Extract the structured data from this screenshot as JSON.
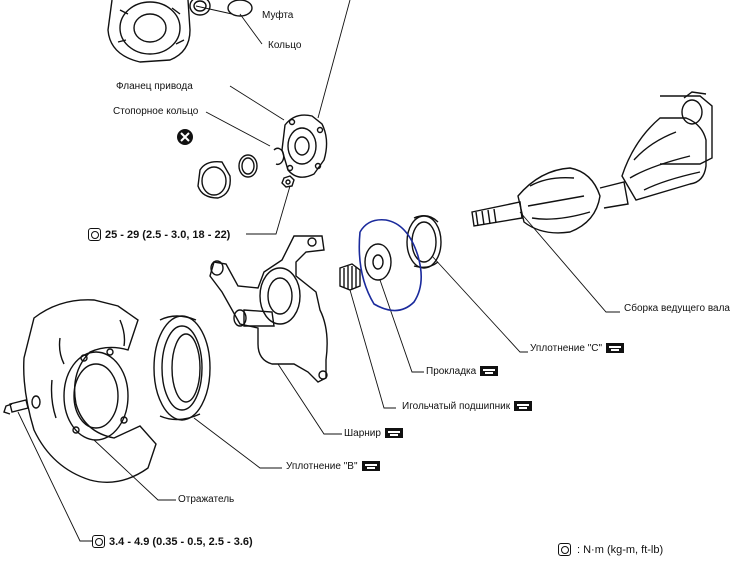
{
  "labels": {
    "coupling": "Муфта",
    "ring": "Кольцо",
    "drive_flange": "Фланец привода",
    "snap_ring": "Стопорное кольцо",
    "driveshaft_assembly": "Сборка ведущего вала",
    "seal_c": "Уплотнение \"С\"",
    "spacer": "Прокладка",
    "needle_bearing": "Игольчатый подшипник",
    "knuckle": "Шарнир",
    "seal_b": "Уплотнение \"В\"",
    "baffle": "Отражатель"
  },
  "torque_specs": {
    "flange_bolt": "25 - 29 (2.5 - 3.0, 18 - 22)",
    "baffle_bolt": "3.4 - 4.9 (0.35 - 0.5, 2.5 - 3.6)"
  },
  "legend": {
    "units": ": N·m (kg-m, ft-lb)"
  },
  "icons": {
    "torque": "torque-wrench-icon",
    "grease": "grease-badge-icon",
    "do_not_reuse": "x-circle-icon"
  }
}
